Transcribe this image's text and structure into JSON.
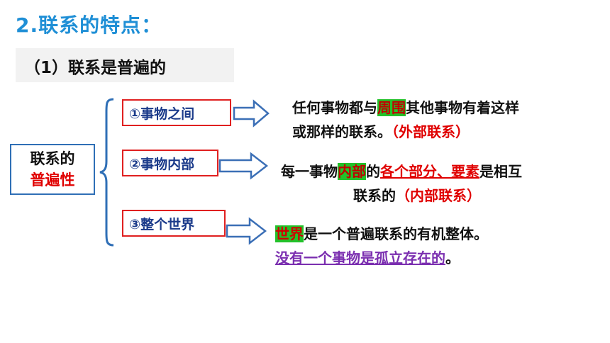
{
  "title": "2.联系的特点：",
  "subtitle": "（1）联系是普遍的",
  "main_box": {
    "line1": "联系的",
    "line2": "普遍性"
  },
  "items": [
    {
      "label": "①事物之间"
    },
    {
      "label": "②事物内部"
    },
    {
      "label": "③整个世界"
    }
  ],
  "desc1": {
    "a": "任何事物都与",
    "hl": "周围",
    "b": "其他事物有着这样",
    "c": "或那样的联系。",
    "tag": "（外部联系）"
  },
  "desc2": {
    "a": "每一事物",
    "hl": "内部",
    "b": "的",
    "red": "各个部分、要素",
    "c": "是相互",
    "d": "联系的",
    "tag": "（内部联系）"
  },
  "desc3": {
    "hl": "世界",
    "a": "是一个普遍联系的有机整体。",
    "b": "没有一个事物是孤立存在的",
    "c": "。"
  },
  "colors": {
    "title": "#1f8fd6",
    "item_border": "#e02020",
    "arrow": "#3b6fb6",
    "highlight": "#22c22a",
    "purple": "#7b2fb0"
  }
}
